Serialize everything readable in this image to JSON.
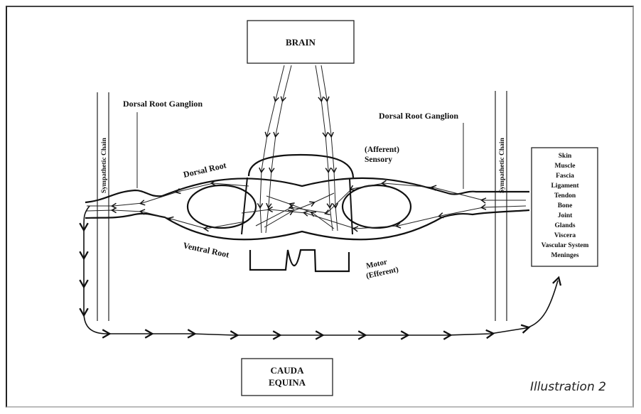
{
  "diagram": {
    "brain_label": "BRAIN",
    "cauda_label_line1": "CAUDA",
    "cauda_label_line2": "EQUINA",
    "drg_left": "Dorsal Root Ganglion",
    "drg_right": "Dorsal Root Ganglion",
    "sympathetic_left": "Sympathetic Chain",
    "sympathetic_right": "Sympathetic Chain",
    "dorsal_root": "Dorsal Root",
    "ventral_root": "Ventral Root",
    "afferent": "(Afferent)",
    "sensory": "Sensory",
    "motor": "Motor",
    "efferent": "(Efferent)",
    "tissues": [
      "Skin",
      "Muscle",
      "Fascia",
      "Ligament",
      "Tendon",
      "Bone",
      "Joint",
      "Glands",
      "Viscera",
      "Vascular System",
      "Meninges"
    ],
    "caption": "Illustration 2"
  }
}
